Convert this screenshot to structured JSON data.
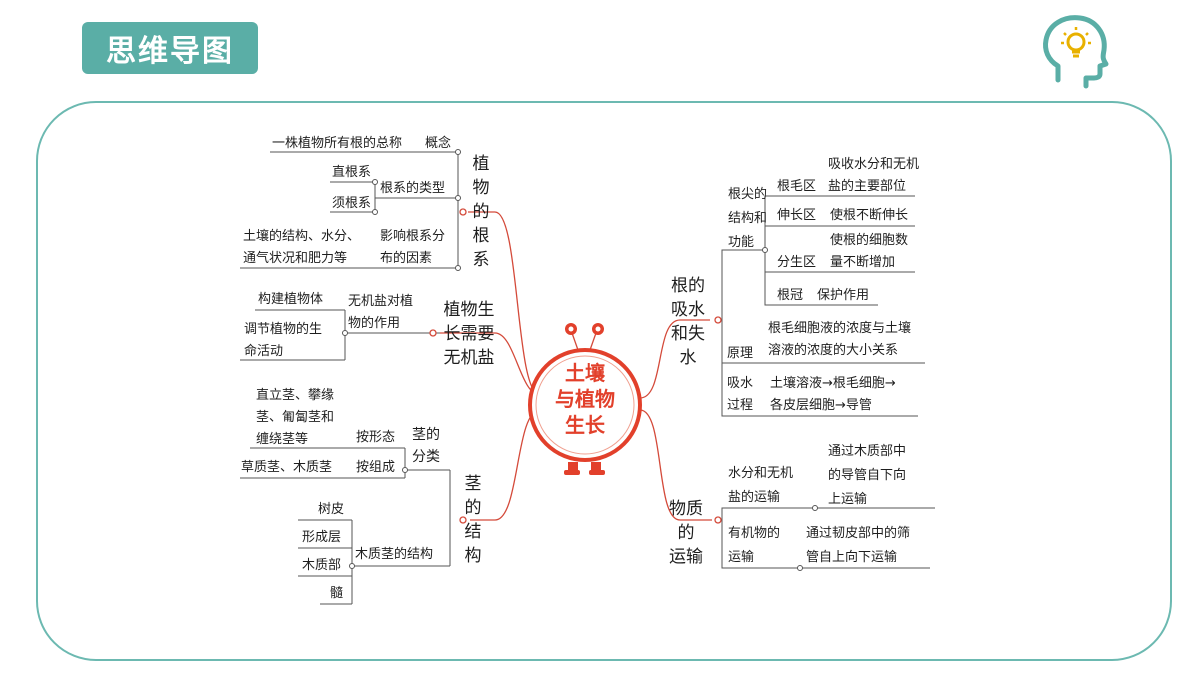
{
  "header": {
    "title": "思维导图",
    "icon": "head-bulb-icon",
    "accent_color": "#5aaea6"
  },
  "center": {
    "line1": "土壤",
    "line2": "与植物",
    "line3": "生长",
    "color": "#e2402b"
  },
  "left": {
    "roots": {
      "title": "植物的根系",
      "concept_label": "概念",
      "concept_text": "一株植物所有根的总称",
      "types_label": "根系的类型",
      "types": [
        "直根系",
        "须根系"
      ],
      "factors_label": [
        "影响根系分",
        "布的因素"
      ],
      "factors_text": [
        "土壤的结构、水分、",
        "通气状况和肥力等"
      ]
    },
    "salts": {
      "title": [
        "植物生",
        "长需要",
        "无机盐"
      ],
      "role_label": [
        "无机盐对植",
        "物的作用"
      ],
      "roles": [
        "构建植物体",
        "调节植物的生",
        "命活动"
      ]
    },
    "stem": {
      "title": "茎的结构",
      "classify_label": [
        "茎的",
        "分类"
      ],
      "by_shape_label": "按形态",
      "by_shape_text": [
        "直立茎、攀缘",
        "茎、匍匐茎和",
        "缠绕茎等"
      ],
      "by_composition_label": "按组成",
      "by_composition_text": "草质茎、木质茎",
      "woody_label": "木质茎的结构",
      "woody_parts": [
        "树皮",
        "形成层",
        "木质部",
        "髓"
      ]
    }
  },
  "right": {
    "water": {
      "title": [
        "根的",
        "吸水",
        "和失",
        "水"
      ],
      "tip_label": [
        "根尖的",
        "结构和",
        "功能"
      ],
      "zones": [
        {
          "name": "根毛区",
          "desc": [
            "吸收水分和无机",
            "盐的主要部位"
          ]
        },
        {
          "name": "伸长区",
          "desc": [
            "使根不断伸长"
          ]
        },
        {
          "name": "分生区",
          "desc": [
            "使根的细胞数",
            "量不断增加"
          ]
        },
        {
          "name": "根冠",
          "desc": [
            "保护作用"
          ]
        }
      ],
      "principle_label": "原理",
      "principle_text": [
        "根毛细胞液的浓度与土壤",
        "溶液的浓度的大小关系"
      ],
      "process_label": [
        "吸水",
        "过程"
      ],
      "process_text": [
        "土壤溶液→根毛细胞→",
        "各皮层细胞→导管"
      ]
    },
    "transport": {
      "title": [
        "物质",
        "的",
        "运输"
      ],
      "items": [
        {
          "label": [
            "水分和无机",
            "盐的运输"
          ],
          "desc": [
            "通过木质部中",
            "的导管自下向",
            "上运输"
          ]
        },
        {
          "label": [
            "有机物的",
            "运输"
          ],
          "desc": [
            "通过韧皮部中的筛",
            "管自上向下运输"
          ]
        }
      ]
    }
  }
}
